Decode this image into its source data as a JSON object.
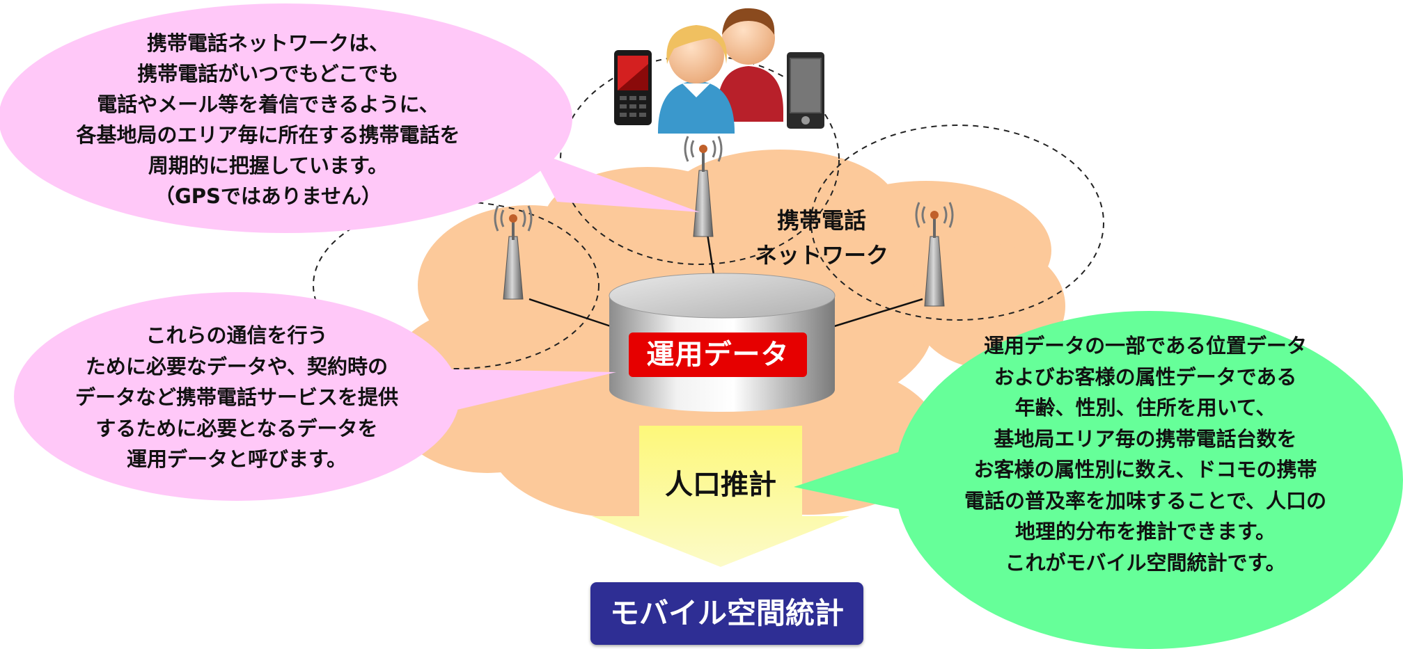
{
  "bubbles": {
    "top": {
      "lines": [
        "携帯電話ネットワークは、",
        "携帯電話がいつでもどこでも",
        "電話やメール等を着信できるように、",
        "各基地局のエリア毎に所在する携帯電話を",
        "周期的に把握しています。",
        "（GPSではありません）"
      ],
      "color": "#ffc8f8"
    },
    "left": {
      "lines": [
        "これらの通信を行う",
        "ために必要なデータや、契約時の",
        "データなど携帯電話サービスを提供",
        "するために必要となるデータを",
        "運用データと呼びます。"
      ],
      "color": "#ffc8f8"
    },
    "right": {
      "lines": [
        "運用データの一部である位置データ",
        "およびお客様の属性データである",
        "年齢、性別、住所を用いて、",
        "基地局エリア毎の携帯電話台数を",
        "お客様の属性別に数え、ドコモの携帯",
        "電話の普及率を加味することで、人口の",
        "地理的分布を推計できます。",
        "これがモバイル空間統計です。"
      ],
      "color": "#66ff99"
    }
  },
  "network": {
    "label_lines": [
      "携帯電話",
      "ネットワーク"
    ],
    "cloud_color": "#fcc99a"
  },
  "database": {
    "label": "運用データ",
    "label_color": "#e60000"
  },
  "estimation": {
    "label": "人口推計",
    "arrow_color": "#fcf9a0"
  },
  "result": {
    "label": "モバイル空間統計",
    "color": "#2e2e94"
  },
  "icons": [
    "mobile-phone-red-icon",
    "users-icon",
    "mobile-phone-black-icon",
    "antenna-tower-icon"
  ]
}
